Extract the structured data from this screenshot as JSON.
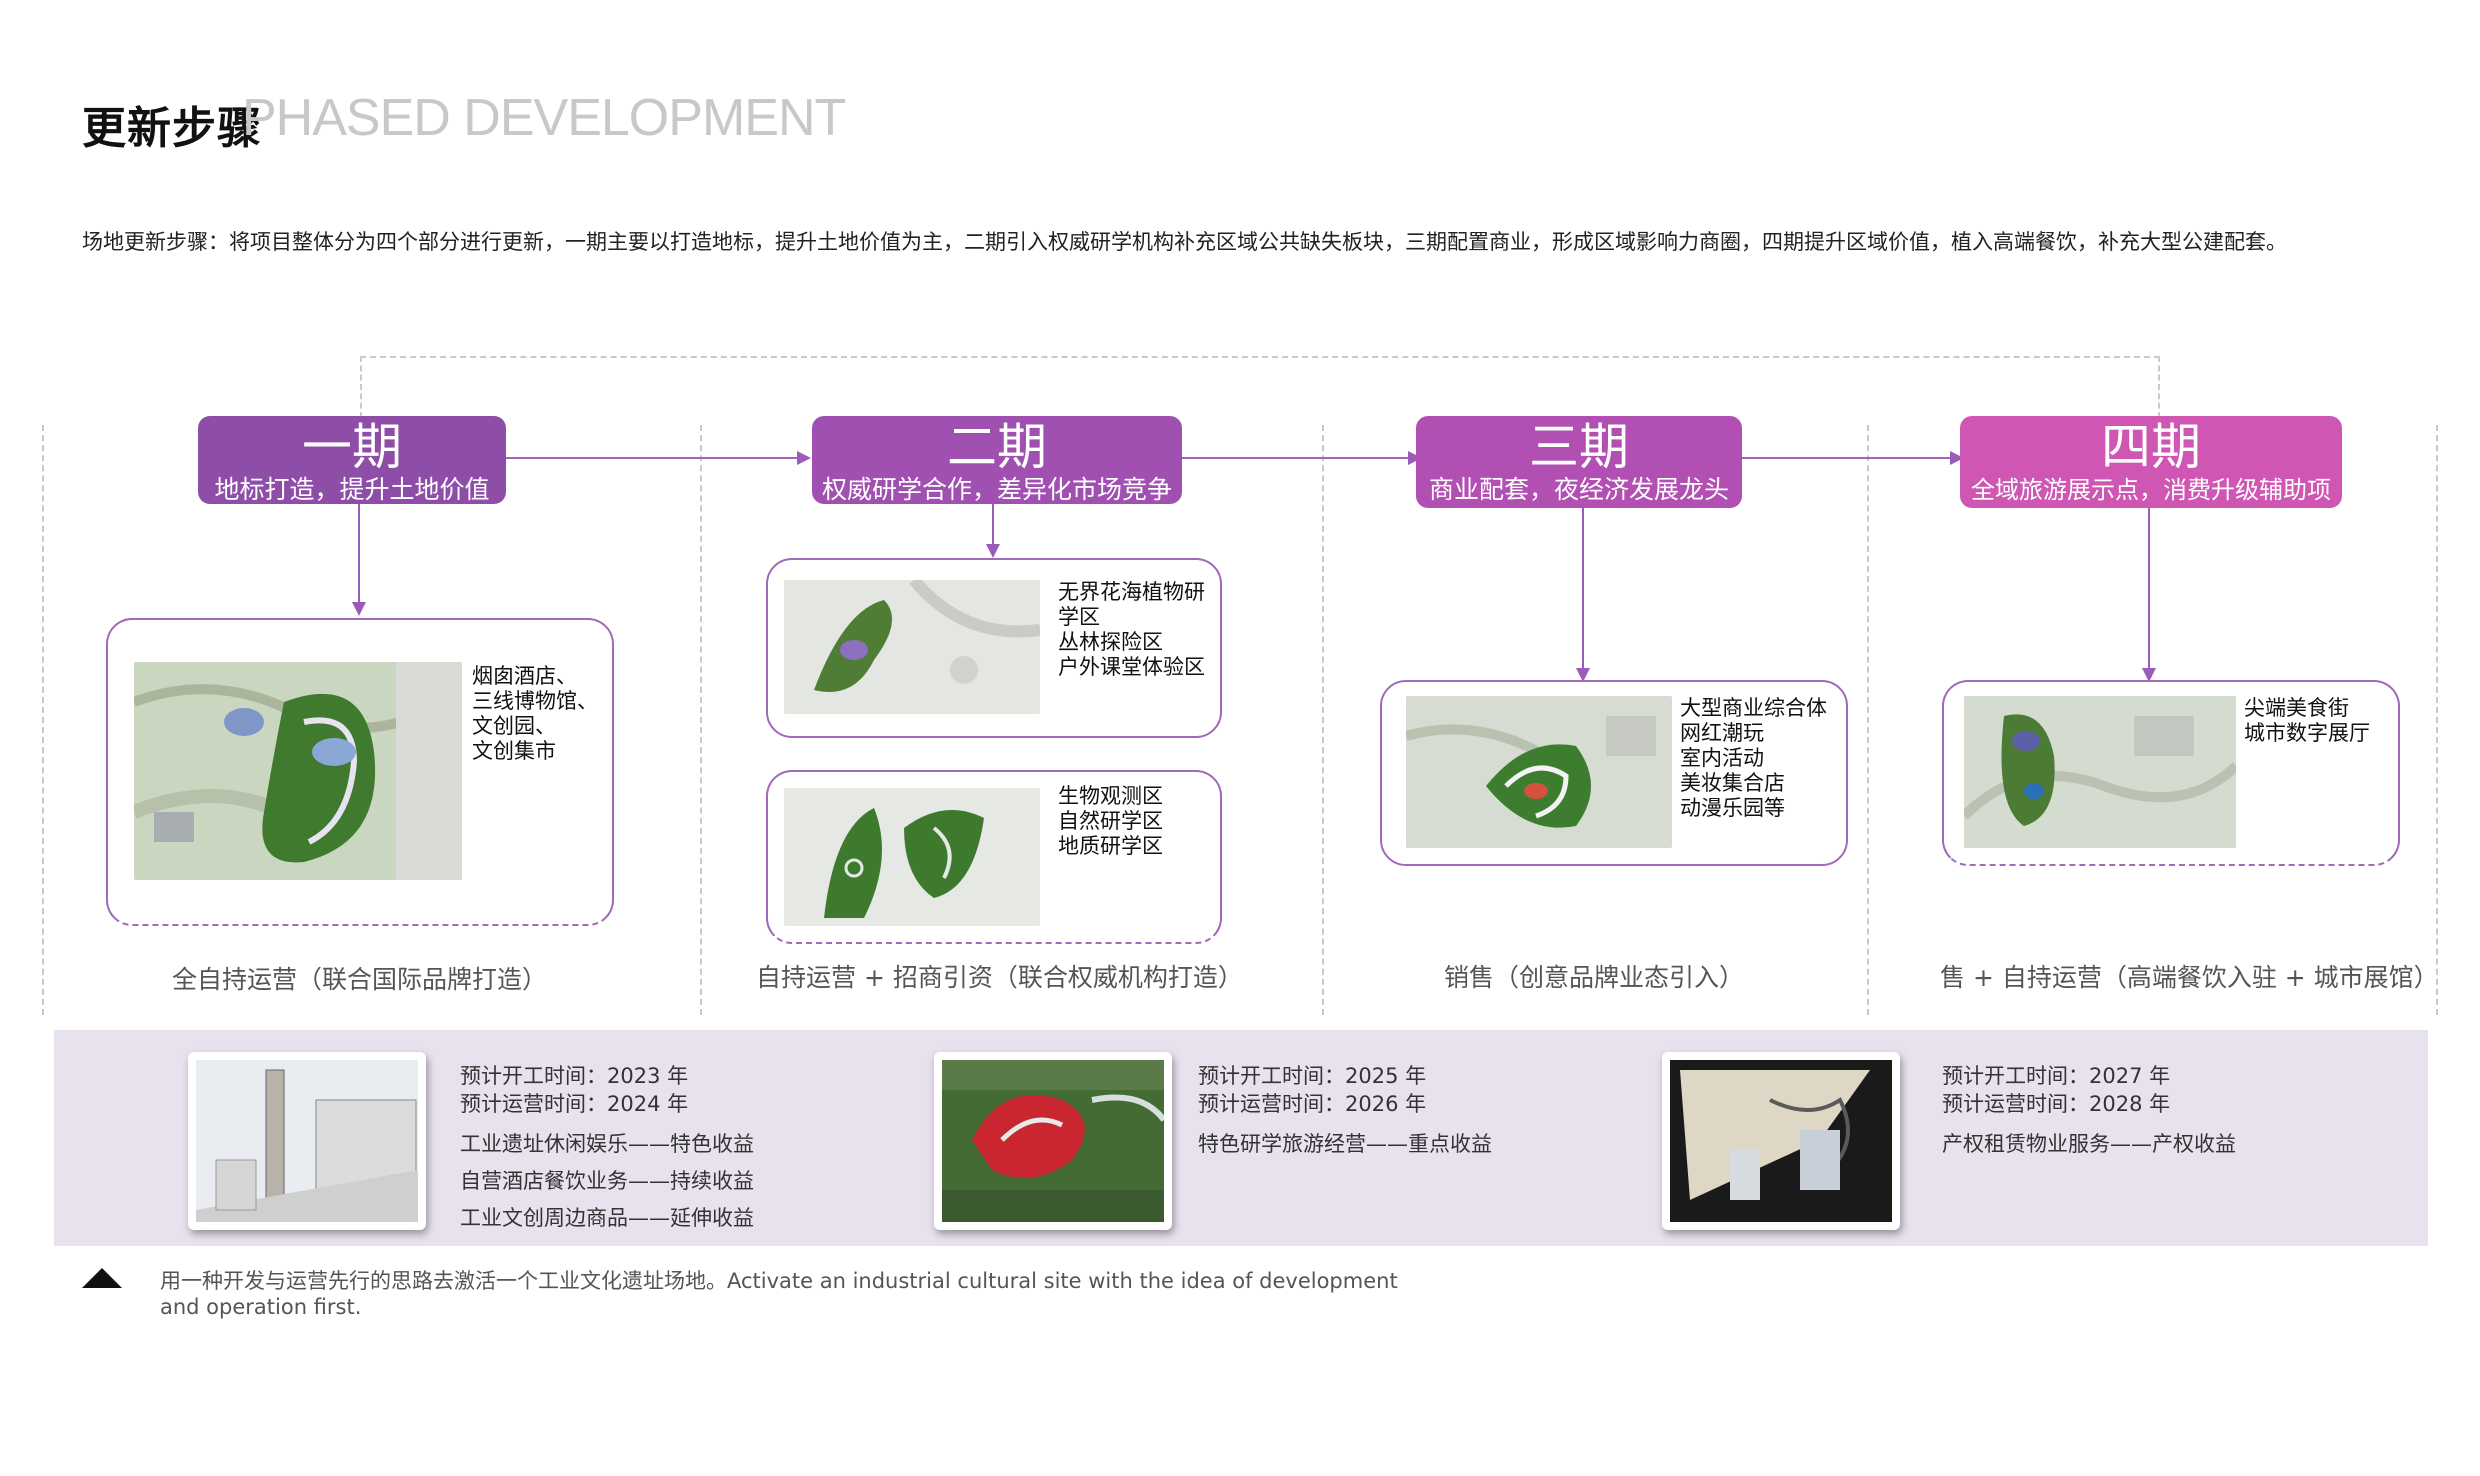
{
  "header": {
    "title_cn": "更新步骤",
    "title_en": "PHASED DEVELOPMENT",
    "intro": "场地更新步骤：将项目整体分为四个部分进行更新，一期主要以打造地标，提升土地价值为主，二期引入权威研学机构补充区域公共缺失板块，三期配置商业，形成区域影响力商圈，四期提升区域价值，植入高端餐饮，补充大型公建配套。"
  },
  "phases": [
    {
      "title": "一期",
      "subtitle": "地标打造，提升土地价值",
      "color": "#8e4ea8",
      "cards": [
        {
          "lines": [
            "烟囱酒店、",
            "三线博物馆、",
            "文创园、",
            "文创集市"
          ]
        }
      ],
      "operation": "全自持运营（联合国际品牌打造）"
    },
    {
      "title": "二期",
      "subtitle": "权威研学合作，差异化市场竞争",
      "color": "#a050b0",
      "cards": [
        {
          "lines": [
            "无界花海植物研",
            "学区",
            "丛林探险区",
            "户外课堂体验区"
          ]
        },
        {
          "lines": [
            "生物观测区",
            "自然研学区",
            "地质研学区"
          ]
        }
      ],
      "operation": "自持运营 + 招商引资（联合权威机构打造）"
    },
    {
      "title": "三期",
      "subtitle": "商业配套，夜经济发展龙头",
      "color": "#b24fb3",
      "cards": [
        {
          "lines": [
            "大型商业综合体",
            "网红潮玩",
            "室内活动",
            "美妆集合店",
            "动漫乐园等"
          ]
        }
      ],
      "operation": "销售（创意品牌业态引入）"
    },
    {
      "title": "四期",
      "subtitle": "全域旅游展示点，消费升级辅助项",
      "color": "#cf57b3",
      "cards": [
        {
          "lines": [
            "尖端美食街",
            "城市数字展厅"
          ]
        }
      ],
      "operation": "售 + 自持运营（高端餐饮入驻 + 城市展馆）"
    }
  ],
  "schedule": [
    {
      "start": "预计开工时间：2023 年",
      "open": "预计运营时间：2024 年",
      "items": [
        "工业遗址休闲娱乐——特色收益",
        "自营酒店餐饮业务——持续收益",
        "工业文创周边商品——延伸收益"
      ]
    },
    {
      "start": "预计开工时间：2025 年",
      "open": "预计运营时间：2026 年",
      "items": [
        "特色研学旅游经营——重点收益"
      ]
    },
    {
      "start": "预计开工时间：2027 年",
      "open": "预计运营时间：2028 年",
      "items": [
        "产权租赁物业服务——产权收益"
      ]
    }
  ],
  "footnote": "用一种开发与运营先行的思路去激活一个工业文化遗址场地。Activate an industrial cultural site with the idea of development and operation first.",
  "colors": {
    "accent": "#9a5cb8",
    "band": "#e8e1ee",
    "card_border": "#a06ab8"
  }
}
